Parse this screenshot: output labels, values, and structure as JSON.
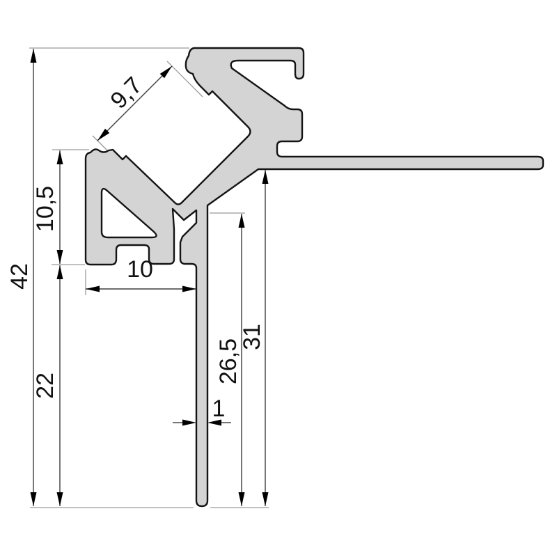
{
  "drawing": {
    "type": "technical-cross-section",
    "subject": "aluminium corner LED profile cross-section with dimension lines",
    "units_shown": "none (decimal comma labels)",
    "colors": {
      "background": "#ffffff",
      "profile_fill": "#d3d4d3",
      "profile_outline": "#141414",
      "dimension_line": "#3c3c3c",
      "extension_line": "#9a9a9a",
      "text": "#111111"
    },
    "dimensions": {
      "total_height": {
        "label": "42",
        "orientation": "vertical-left"
      },
      "foot_height": {
        "label": "10,5",
        "orientation": "vertical-left"
      },
      "bottom_to_foot": {
        "label": "22",
        "orientation": "vertical-left"
      },
      "channel_opening": {
        "label": "9,7",
        "orientation": "diagonal-45"
      },
      "foot_width": {
        "label": "10",
        "orientation": "horizontal"
      },
      "leg_thickness": {
        "label": "1",
        "orientation": "horizontal"
      },
      "leg_height": {
        "label": "26,5",
        "orientation": "vertical-right"
      },
      "flange_to_bottom": {
        "label": "31",
        "orientation": "vertical-right"
      }
    }
  }
}
